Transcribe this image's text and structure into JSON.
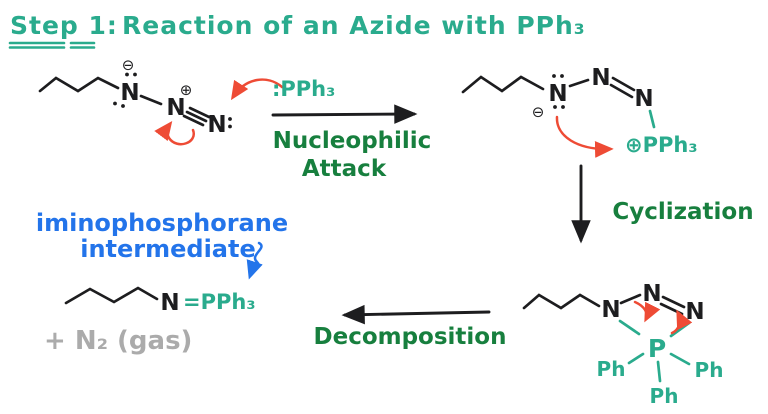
{
  "title": {
    "step": "Step 1:",
    "rest": "Reaction of an Azide with PPh₃"
  },
  "colors": {
    "teal": "#2aab8d",
    "green": "#177f3e",
    "blue": "#2374ea",
    "red": "#ee4b35",
    "gray": "#ababab",
    "ink": "#1d1d1f"
  },
  "reagent": {
    "label": ":PPh₃"
  },
  "steps": {
    "nucleophilic_attack_line1": "Nucleophilic",
    "nucleophilic_attack_line2": "Attack",
    "cyclization": "Cyclization",
    "decomposition": "Decomposition"
  },
  "annotation": {
    "line1": "iminophosphorane",
    "line2": "intermediate"
  },
  "byproduct": "+ N₂ (gas)",
  "atoms": {
    "azide": {
      "n1": "N",
      "n2": "N",
      "n3": "N",
      "minus": "⊖",
      "plus": "⊕"
    },
    "adduct": {
      "n1": "N",
      "n2": "N",
      "n3": "N",
      "minus": "⊖",
      "pph3": "⊕PPh₃"
    },
    "ring": {
      "n1": "N",
      "n2": "N",
      "n3": "N",
      "p": "P",
      "ph_left": "Ph",
      "ph_right": "Ph",
      "ph_bottom": "Ph"
    },
    "product": {
      "n": "N",
      "pph3": "=PPh₃"
    }
  }
}
